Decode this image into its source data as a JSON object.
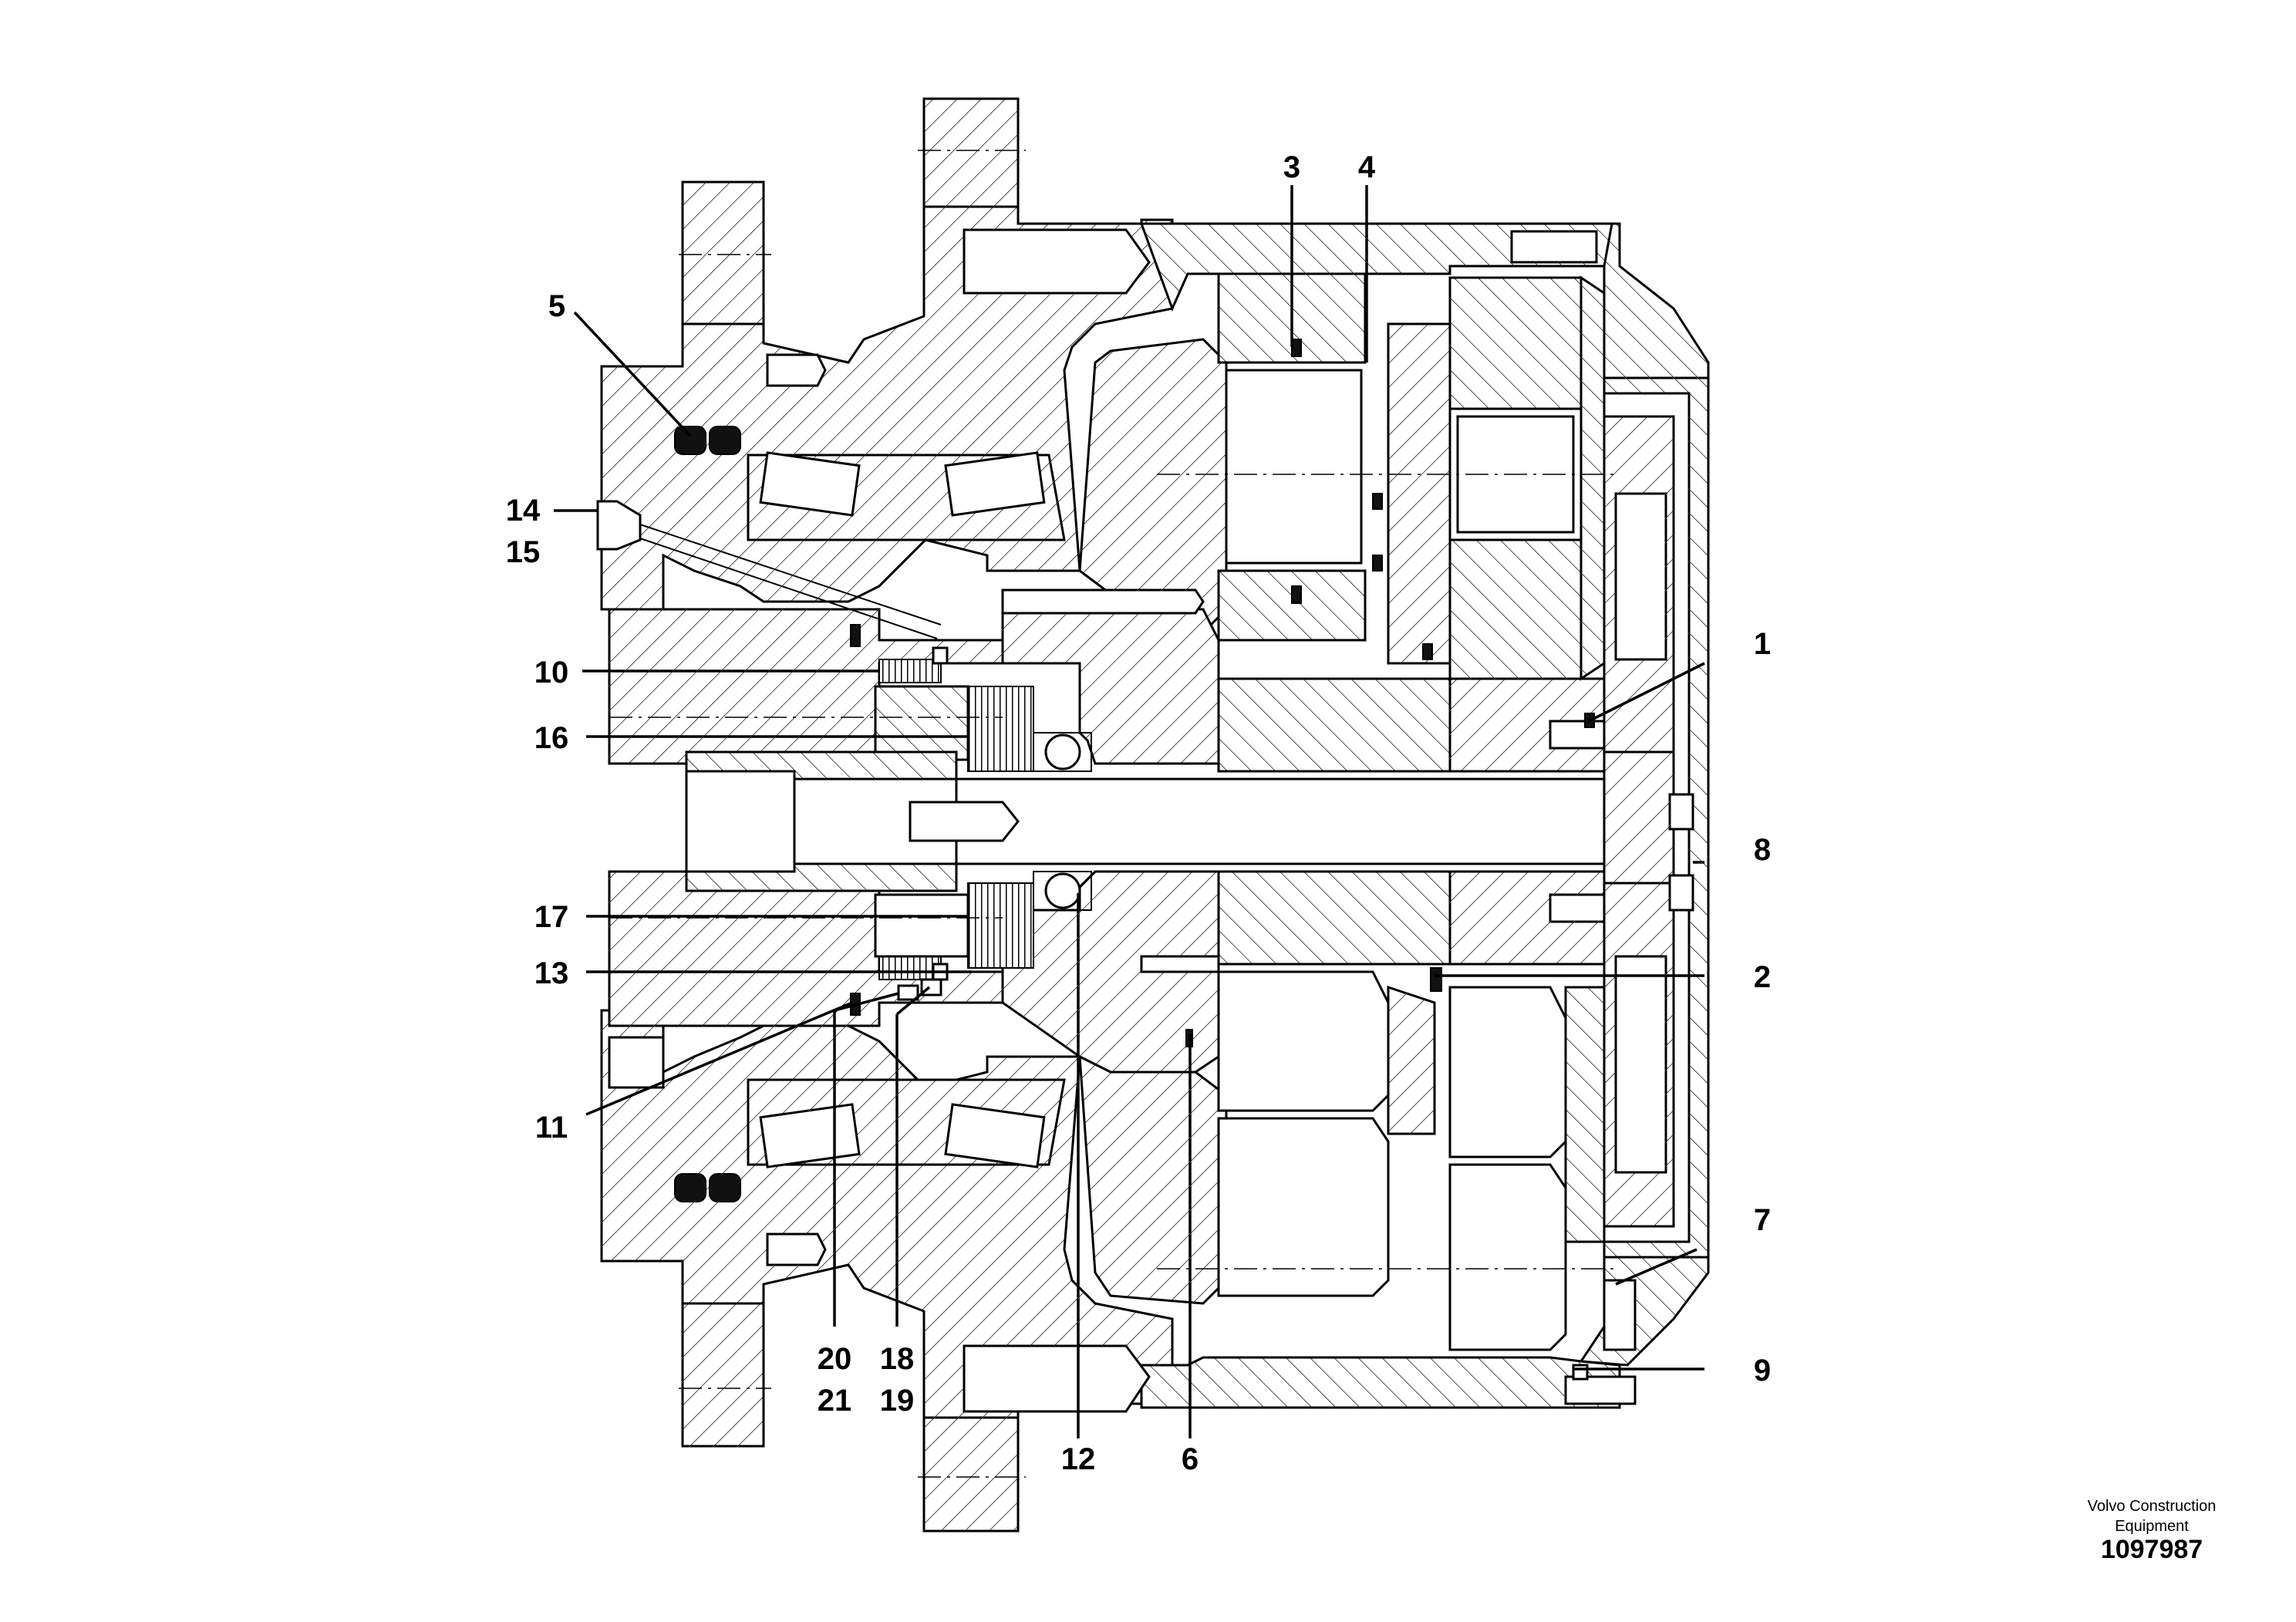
{
  "diagram": {
    "callouts": [
      {
        "id": "c1",
        "lines": [
          "1"
        ]
      },
      {
        "id": "c2",
        "lines": [
          "2"
        ]
      },
      {
        "id": "c3",
        "lines": [
          "3"
        ]
      },
      {
        "id": "c4",
        "lines": [
          "4"
        ]
      },
      {
        "id": "c5",
        "lines": [
          "5"
        ]
      },
      {
        "id": "c6",
        "lines": [
          "6"
        ]
      },
      {
        "id": "c7",
        "lines": [
          "7"
        ]
      },
      {
        "id": "c8",
        "lines": [
          "8"
        ]
      },
      {
        "id": "c9",
        "lines": [
          "9"
        ]
      },
      {
        "id": "c10",
        "lines": [
          "10"
        ]
      },
      {
        "id": "c11",
        "lines": [
          "11"
        ]
      },
      {
        "id": "c12",
        "lines": [
          "12"
        ]
      },
      {
        "id": "c13",
        "lines": [
          "13"
        ]
      },
      {
        "id": "c14",
        "lines": [
          "14",
          "15"
        ]
      },
      {
        "id": "c16",
        "lines": [
          "16"
        ]
      },
      {
        "id": "c17",
        "lines": [
          "17"
        ]
      },
      {
        "id": "c18",
        "lines": [
          "18",
          "19"
        ]
      },
      {
        "id": "c20",
        "lines": [
          "20",
          "21"
        ]
      }
    ]
  },
  "footer": {
    "brand_line1": "Volvo Construction",
    "brand_line2": "Equipment",
    "drawing_number": "1097987"
  }
}
